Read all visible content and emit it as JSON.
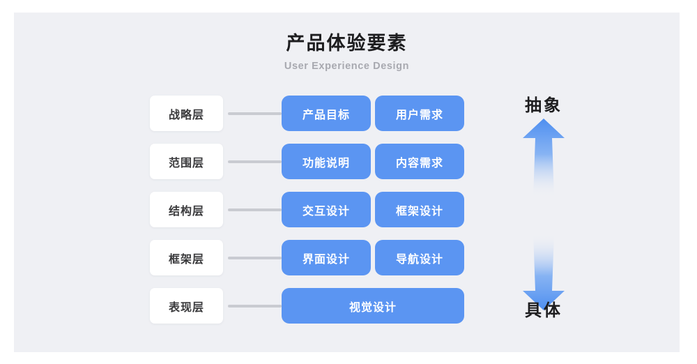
{
  "page": {
    "title": "产品体验要素",
    "subtitle": "User Experience Design",
    "background_color": "#eff0f4",
    "outer_color": "#ffffff",
    "accent_color": "#5b95f2",
    "card_color": "#ffffff",
    "connector_color": "#c9cbd1",
    "text_color": "#1d1d1f",
    "subtitle_color": "#a8a9b0"
  },
  "diagram": {
    "type": "layer-model",
    "rows": [
      {
        "layer": "战略层",
        "nodes": [
          "产品目标",
          "用户需求"
        ],
        "wide": false
      },
      {
        "layer": "范围层",
        "nodes": [
          "功能说明",
          "内容需求"
        ],
        "wide": false
      },
      {
        "layer": "结构层",
        "nodes": [
          "交互设计",
          "框架设计"
        ],
        "wide": false
      },
      {
        "layer": "框架层",
        "nodes": [
          "界面设计",
          "导航设计"
        ],
        "wide": false
      },
      {
        "layer": "表现层",
        "nodes": [
          "视觉设计"
        ],
        "wide": true
      }
    ]
  },
  "axis": {
    "top_label": "抽象",
    "bottom_label": "具体",
    "up_arrow_icon": "arrow-up-icon",
    "down_arrow_icon": "arrow-down-icon"
  }
}
